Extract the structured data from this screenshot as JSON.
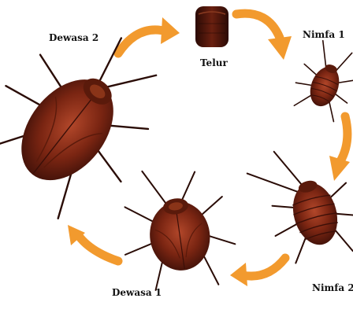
{
  "labels": {
    "egg": "Telur",
    "nymph1": "Nimfa 1",
    "nymph2": "Nimfa 2",
    "adult1": "Dewasa 1",
    "adult2": "Dewasa 2"
  },
  "colors": {
    "arrow": "#F29A2E",
    "body_dark": "#3A0F08",
    "body_mid": "#7A2512",
    "body_light": "#B2472A",
    "leg": "#2A0C06"
  }
}
